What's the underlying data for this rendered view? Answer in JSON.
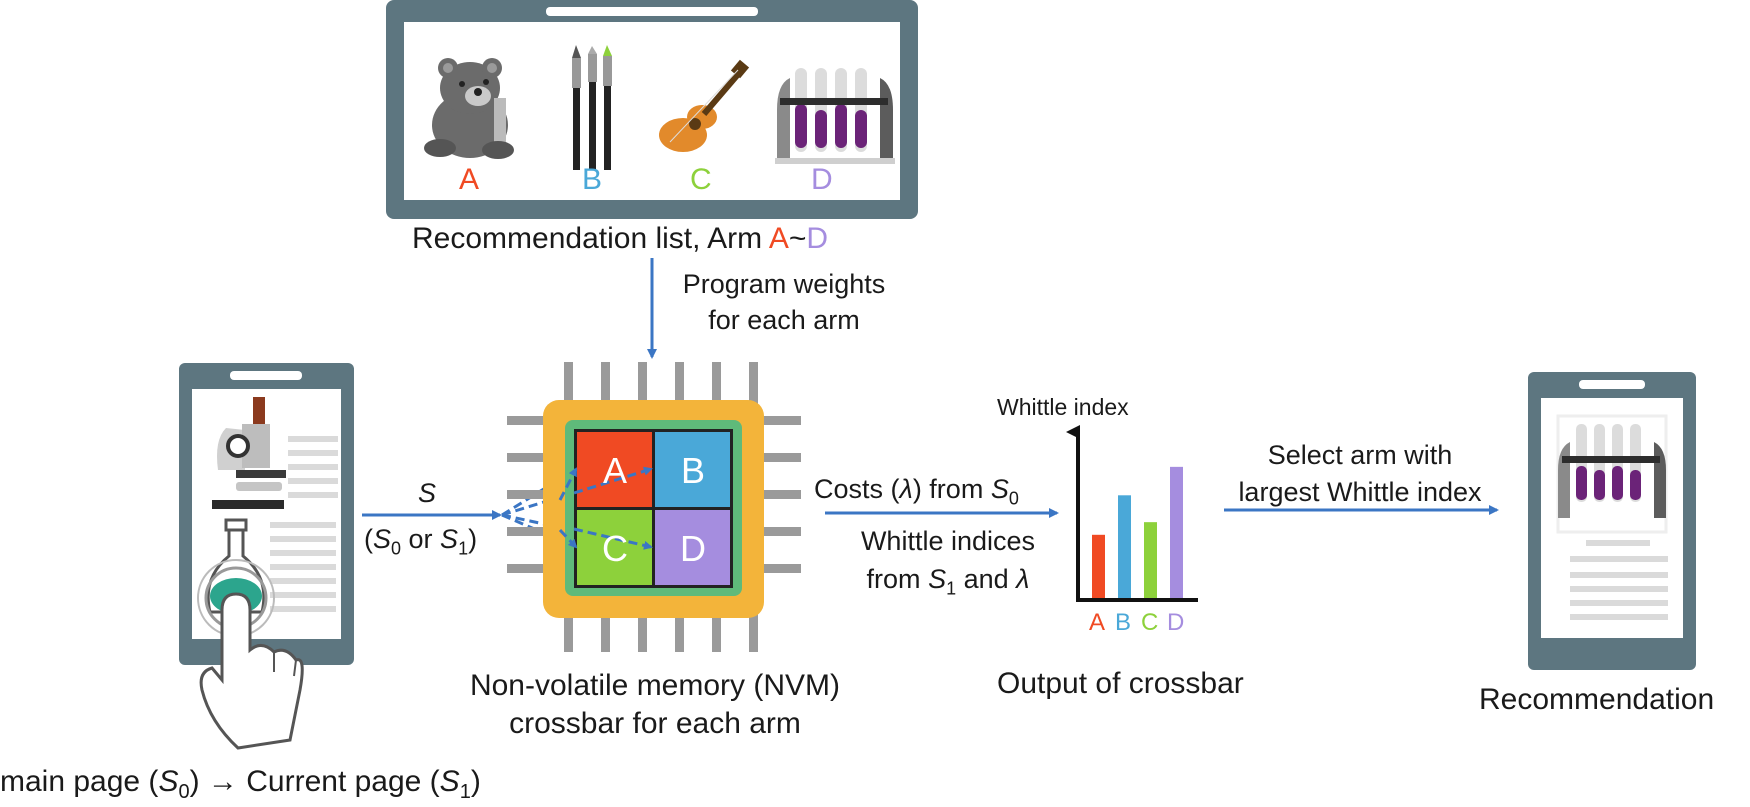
{
  "colors": {
    "arm_a": "#f04a23",
    "arm_b": "#4aa8d8",
    "arm_c": "#8dd13b",
    "arm_d": "#a58ddf",
    "arrow": "#3b76c4",
    "device": "#5d7680",
    "chip_gold": "#f3b43a",
    "chip_green": "#5fba7a"
  },
  "top": {
    "arms": [
      "A",
      "B",
      "C",
      "D"
    ],
    "items": [
      "teddy-bear-icon",
      "paintbrush-icon",
      "guitar-icon",
      "test-tube-rack-icon"
    ],
    "caption_prefix": "Recommendation list, Arm ",
    "caption_a": "A",
    "caption_sep": "~",
    "caption_d": "D",
    "program_line1": "Program weights",
    "program_line2": "for each arm"
  },
  "left": {
    "items": [
      "microscope-icon",
      "flask-icon",
      "touch-hand-icon"
    ],
    "caption_pre": "main page (",
    "s": "S",
    "sub0": "0",
    "arrow_mid": ") → Current page (",
    "sub1": "1",
    "close": ")"
  },
  "input": {
    "s_label": "S",
    "open": "(",
    "or": " or ",
    "close": ")"
  },
  "chip": {
    "cells": [
      "A",
      "B",
      "C",
      "D"
    ],
    "caption_line1": "Non-volatile memory (NVM)",
    "caption_line2": "crossbar for each arm"
  },
  "middle": {
    "costs_pre": "Costs (",
    "lambda": "λ",
    "costs_mid": ") from ",
    "whittle_line1": "Whittle indices",
    "from": "from ",
    "and": " and "
  },
  "chart_data": {
    "type": "bar",
    "title": "Whittle index",
    "categories": [
      "A",
      "B",
      "C",
      "D"
    ],
    "values": [
      0.4,
      0.65,
      0.48,
      0.83
    ],
    "ylim": [
      0,
      1
    ],
    "xlabel": "",
    "caption": "Output of crossbar"
  },
  "right": {
    "select_line1": "Select arm with",
    "select_line2": "largest Whittle index",
    "caption": "Recommendation",
    "items": [
      "test-tube-rack-icon"
    ]
  }
}
